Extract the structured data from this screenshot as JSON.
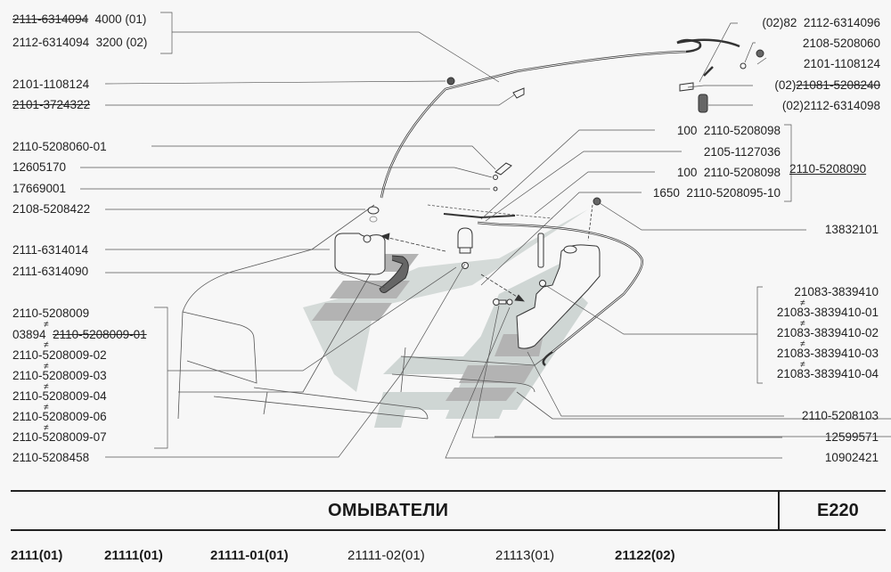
{
  "diagram": {
    "title": "ОМЫВАТЕЛИ",
    "page_code": "E220",
    "labels_left": [
      {
        "text": "2111-6314094",
        "suffix": "4000 (01)",
        "struck": true
      },
      {
        "text": "2112-6314094",
        "suffix": "3200 (02)",
        "struck": false
      },
      {
        "text": "2101-1108124"
      },
      {
        "text": "2101-3724322",
        "struck": true
      },
      {
        "text": "2110-5208060-01"
      },
      {
        "text": "12605170"
      },
      {
        "text": "17669001"
      },
      {
        "text": "2108-5208422"
      },
      {
        "text": "2111-6314014"
      },
      {
        "text": "2111-6314090"
      },
      {
        "text": "2110-5208458"
      }
    ],
    "left_group": {
      "items": [
        "2110-5208009",
        "03894",
        "2110-5208009-01",
        "2110-5208009-02",
        "2110-5208009-03",
        "2110-5208009-04",
        "2110-5208009-06",
        "2110-5208009-07"
      ],
      "not_equal_symbol": "≠"
    },
    "labels_right_top": [
      {
        "prefix": "(02)82",
        "text": "2112-6314096"
      },
      {
        "text": "2108-5208060"
      },
      {
        "text": "2101-1108124"
      },
      {
        "prefix": "(02)",
        "text": "21081-5208240",
        "struck": true
      },
      {
        "prefix": "(02)",
        "text": "2112-6314098"
      }
    ],
    "hose_group": {
      "items": [
        {
          "qty": "100",
          "text": "2110-5208098"
        },
        {
          "qty": "",
          "text": "2105-1127036"
        },
        {
          "qty": "100",
          "text": "2110-5208098"
        },
        {
          "qty": "1650",
          "text": "2110-5208095-10"
        }
      ],
      "assembly": "2110-5208090"
    },
    "labels_right": [
      {
        "text": "13832101"
      },
      {
        "text": "2110-5208103"
      },
      {
        "text": "12599571"
      },
      {
        "text": "10902421"
      }
    ],
    "right_group": {
      "items": [
        "21083-3839410",
        "21083-3839410-01",
        "21083-3839410-02",
        "21083-3839410-03",
        "21083-3839410-04"
      ],
      "not_equal_symbol": "≠"
    },
    "models": [
      {
        "text": "2111(01)",
        "bold": true
      },
      {
        "text": "21111(01)",
        "bold": true
      },
      {
        "text": "21111-01(01)",
        "bold": true
      },
      {
        "text": "21111-02(01)",
        "bold": false
      },
      {
        "text": "21113(01)",
        "bold": false
      },
      {
        "text": "21122(02)",
        "bold": true
      }
    ],
    "colors": {
      "line": "#333333",
      "watermark": "#cfd6d4",
      "watermark_dark": "#b3b3b3",
      "background": "#f7f7f7"
    }
  }
}
